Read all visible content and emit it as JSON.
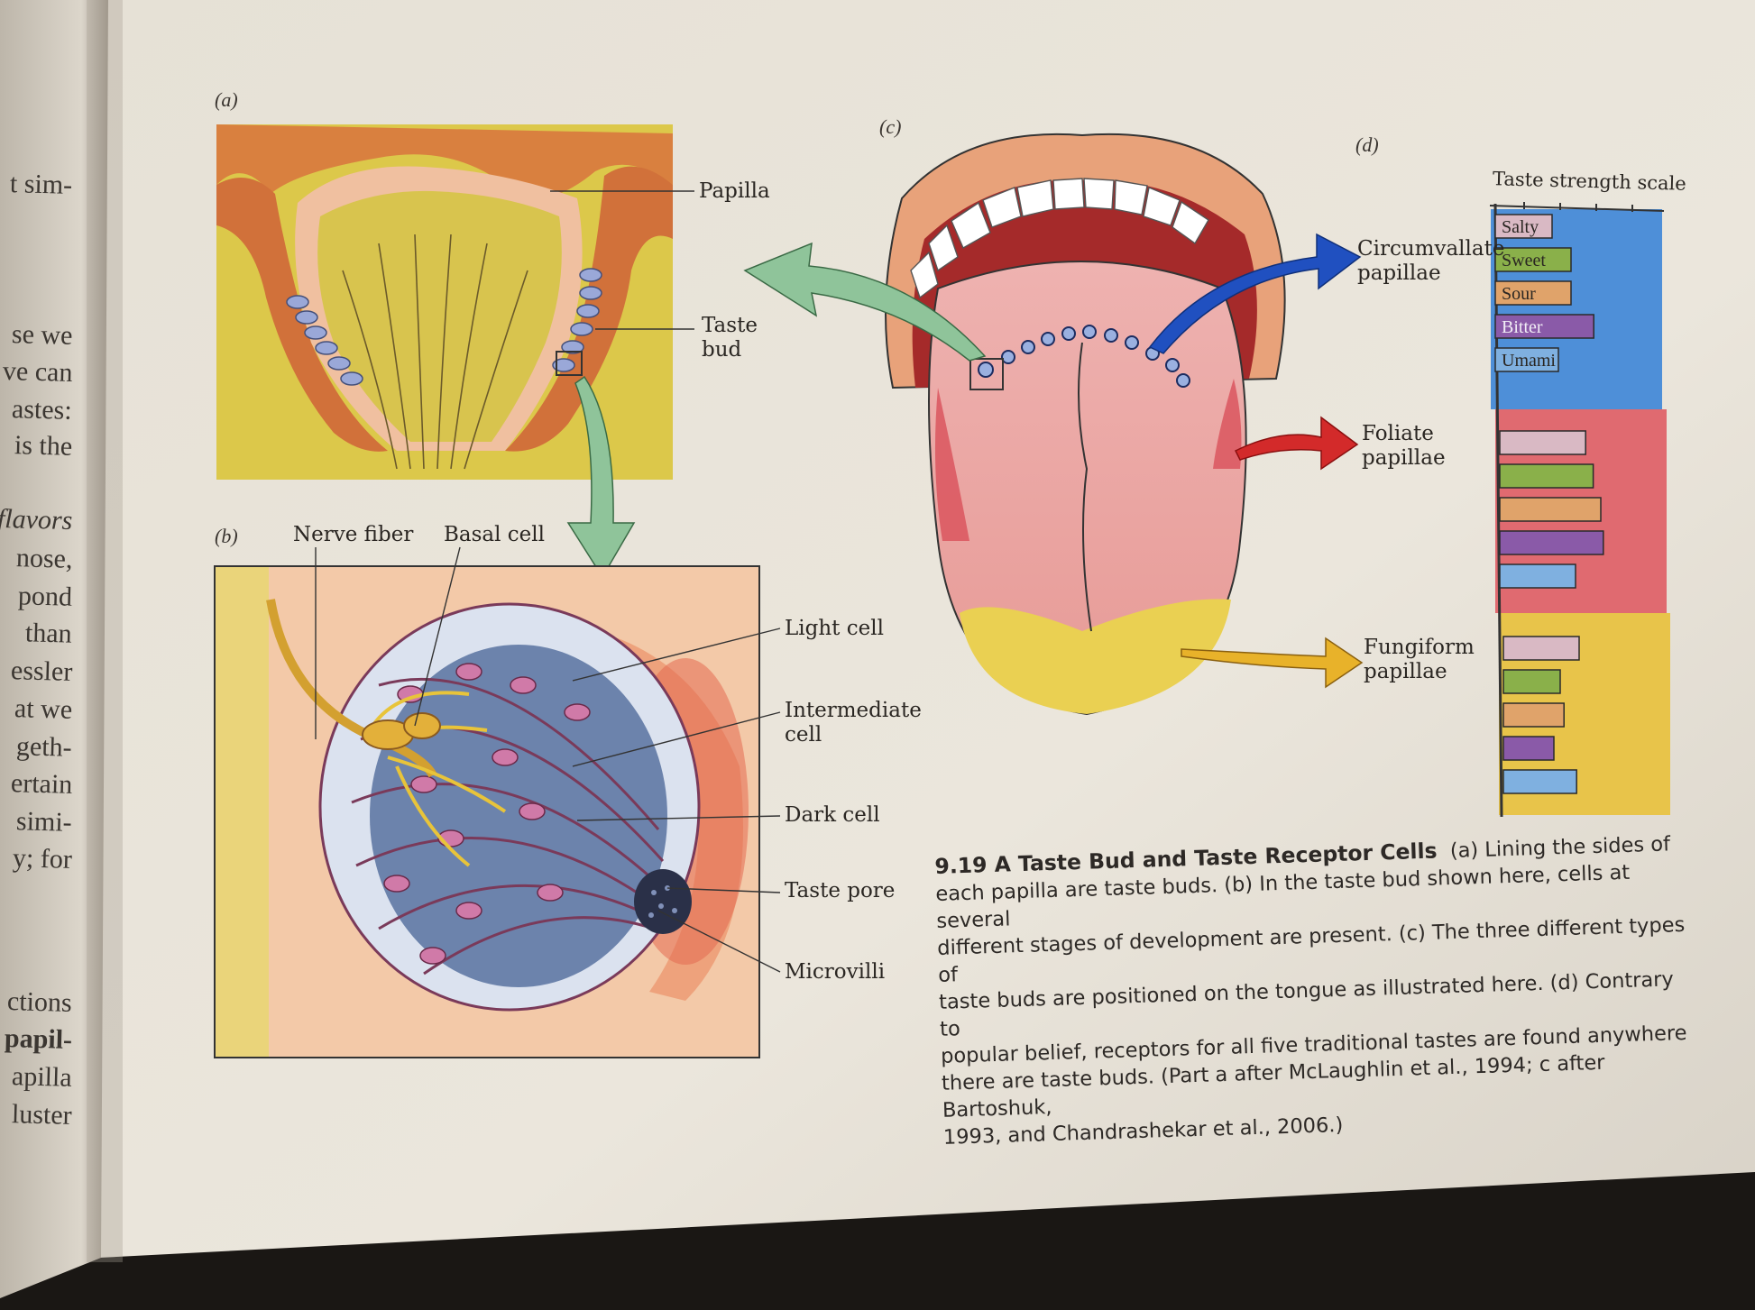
{
  "panel_labels": {
    "a": "(a)",
    "b": "(b)",
    "c": "(c)",
    "d": "(d)"
  },
  "panel_a": {
    "papilla": "Papilla",
    "taste_bud_1": "Taste",
    "taste_bud_2": "bud"
  },
  "panel_b": {
    "nerve_fiber": "Nerve fiber",
    "basal_cell": "Basal cell",
    "light_cell": "Light cell",
    "intermediate_cell_1": "Intermediate",
    "intermediate_cell_2": "cell",
    "dark_cell": "Dark cell",
    "taste_pore": "Taste pore",
    "microvilli": "Microvilli"
  },
  "panel_c": {
    "circumvallate_1": "Circumvallate",
    "circumvallate_2": "papillae",
    "foliate_1": "Foliate",
    "foliate_2": "papillae",
    "fungiform_1": "Fungiform",
    "fungiform_2": "papillae"
  },
  "panel_d": {
    "scale_title": "Taste strength scale",
    "tastes": [
      "Salty",
      "Sweet",
      "Sour",
      "Bitter",
      "Umami"
    ]
  },
  "taste_chart": {
    "type": "bar",
    "groups": [
      "Circumvallate papillae",
      "Foliate papillae",
      "Fungiform papillae"
    ],
    "categories": [
      "Salty",
      "Sweet",
      "Sour",
      "Bitter",
      "Umami"
    ],
    "series": [
      {
        "name": "Circumvallate papillae",
        "values": [
          0.45,
          0.6,
          0.6,
          0.78,
          0.5
        ]
      },
      {
        "name": "Foliate papillae",
        "values": [
          0.68,
          0.74,
          0.8,
          0.82,
          0.6
        ]
      },
      {
        "name": "Fungiform papillae",
        "values": [
          0.6,
          0.45,
          0.48,
          0.4,
          0.58
        ]
      }
    ],
    "colors": {
      "Salty": "#d9b9c4",
      "Sweet": "#8ab04a",
      "Sour": "#e0a36a",
      "Bitter": "#8a5aa8",
      "Umami": "#7fb0e0",
      "Circumvallate papillae": "#4e8fd8",
      "Foliate papillae": "#e06a70",
      "Fungiform papillae": "#e8c44a"
    }
  },
  "caption": {
    "title": "9.19  A Taste Bud and Taste Receptor Cells",
    "lines": [
      "(a) Lining the sides of",
      "each papilla are taste buds. (b) In the taste bud shown here, cells at several",
      "different stages of development are present. (c) The three different types of",
      "taste buds are positioned on the tongue as illustrated here. (d) Contrary to",
      "popular belief, receptors for all five traditional tastes are found anywhere",
      "there are taste buds. (Part a after McLaughlin et al., 1994; c after Bartoshuk,",
      "1993, and Chandrashekar et al., 2006.)"
    ]
  },
  "left_margin": [
    "t sim-",
    "se we",
    "ve can",
    "astes:",
    "is the",
    "flavors",
    "nose,",
    "pond",
    "than",
    "essler",
    "at we",
    "geth-",
    "ertain",
    "simi-",
    "y; for",
    "ctions",
    "papil-",
    "apilla",
    "luster"
  ],
  "colors": {
    "paper": "#e9e3d8",
    "bg_yellow": "#dcc84a",
    "tissue_orange": "#d98a52",
    "tongue_pink": "#e9a7a0",
    "arrow_green": "#8fc49a",
    "arrow_blue": "#2050c0",
    "arrow_red": "#d32a2a",
    "arrow_yellow": "#e8b22a"
  }
}
